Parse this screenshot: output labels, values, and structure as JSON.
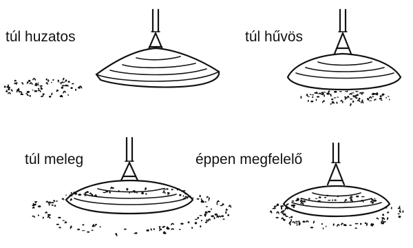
{
  "panels": [
    {
      "caption": "túl huzatos",
      "condition": "too-drafty",
      "ash_placement": "scattered-away-left"
    },
    {
      "caption": "túl hűvös",
      "condition": "too-cool",
      "ash_placement": "under-disc"
    },
    {
      "caption": "túl meleg",
      "condition": "too-warm",
      "ash_placement": "wide-ring-around"
    },
    {
      "caption": "éppen megfelelő",
      "condition": "just-right",
      "ash_placement": "even-ring-around"
    }
  ],
  "colors": {
    "ink": "#111111",
    "background": "#ffffff"
  }
}
